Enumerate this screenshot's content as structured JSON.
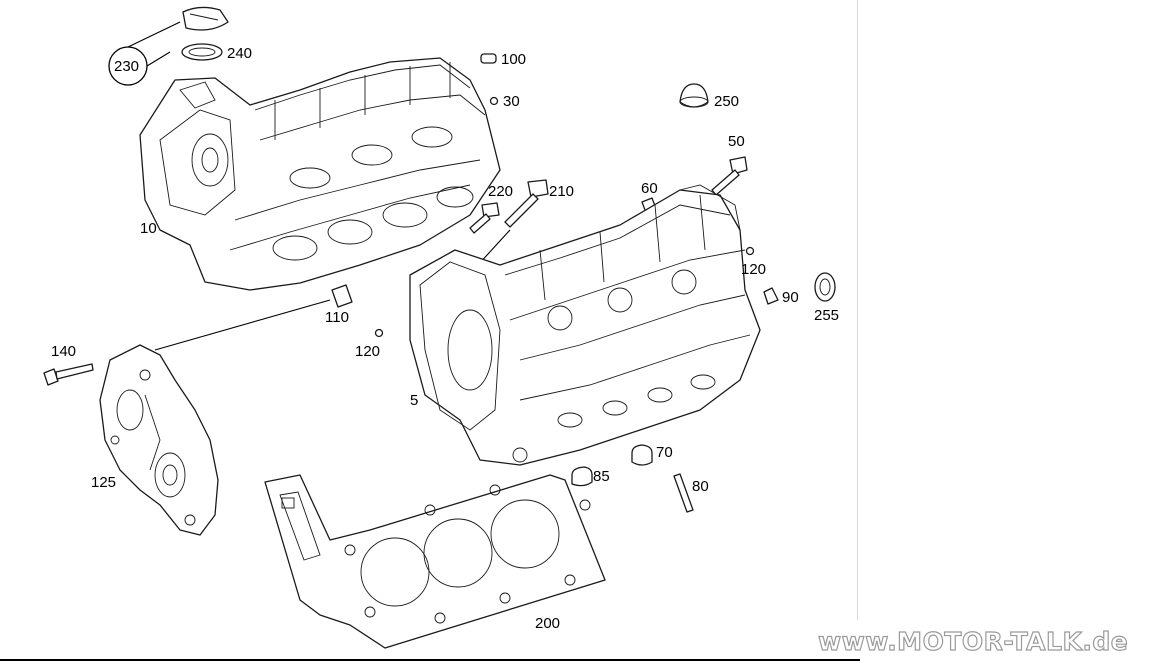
{
  "labels": {
    "l5": "5",
    "l10": "10",
    "l30": "30",
    "l50": "50",
    "l60": "60",
    "l70": "70",
    "l80": "80",
    "l85": "85",
    "l90": "90",
    "l100": "100",
    "l110": "110",
    "l120a": "120",
    "l120b": "120",
    "l125": "125",
    "l140": "140",
    "l200": "200",
    "l210": "210",
    "l220": "220",
    "l230": "230",
    "l240": "240",
    "l250": "250",
    "l255": "255"
  },
  "watermark": "www.MOTOR-TALK.de",
  "colors": {
    "line": "#1a1a1a",
    "background": "#ffffff",
    "watermark_stroke": "#9a9a9a"
  },
  "icons": {
    "cylinder_head_left": "engine-cylinder-head-icon",
    "cylinder_head_right": "engine-cylinder-head-icon",
    "gasket": "head-gasket-icon",
    "cover": "timing-cover-icon"
  }
}
